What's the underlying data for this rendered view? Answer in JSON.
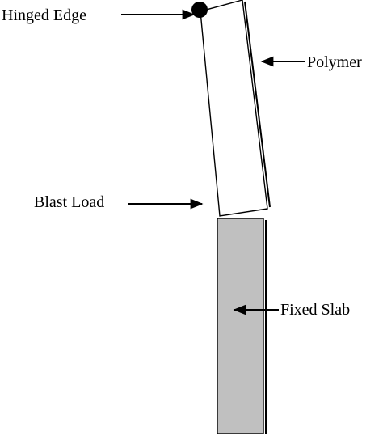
{
  "figure": {
    "labels": {
      "hinged_edge": "Hinged Edge",
      "polymer": "Polymer",
      "blast_load": "Blast Load",
      "fixed_slab": "Fixed Slab"
    }
  },
  "colors": {
    "stroke": "#000000",
    "background": "#ffffff",
    "slab_fill": "#c0c0c0",
    "hinge": "#000000"
  }
}
